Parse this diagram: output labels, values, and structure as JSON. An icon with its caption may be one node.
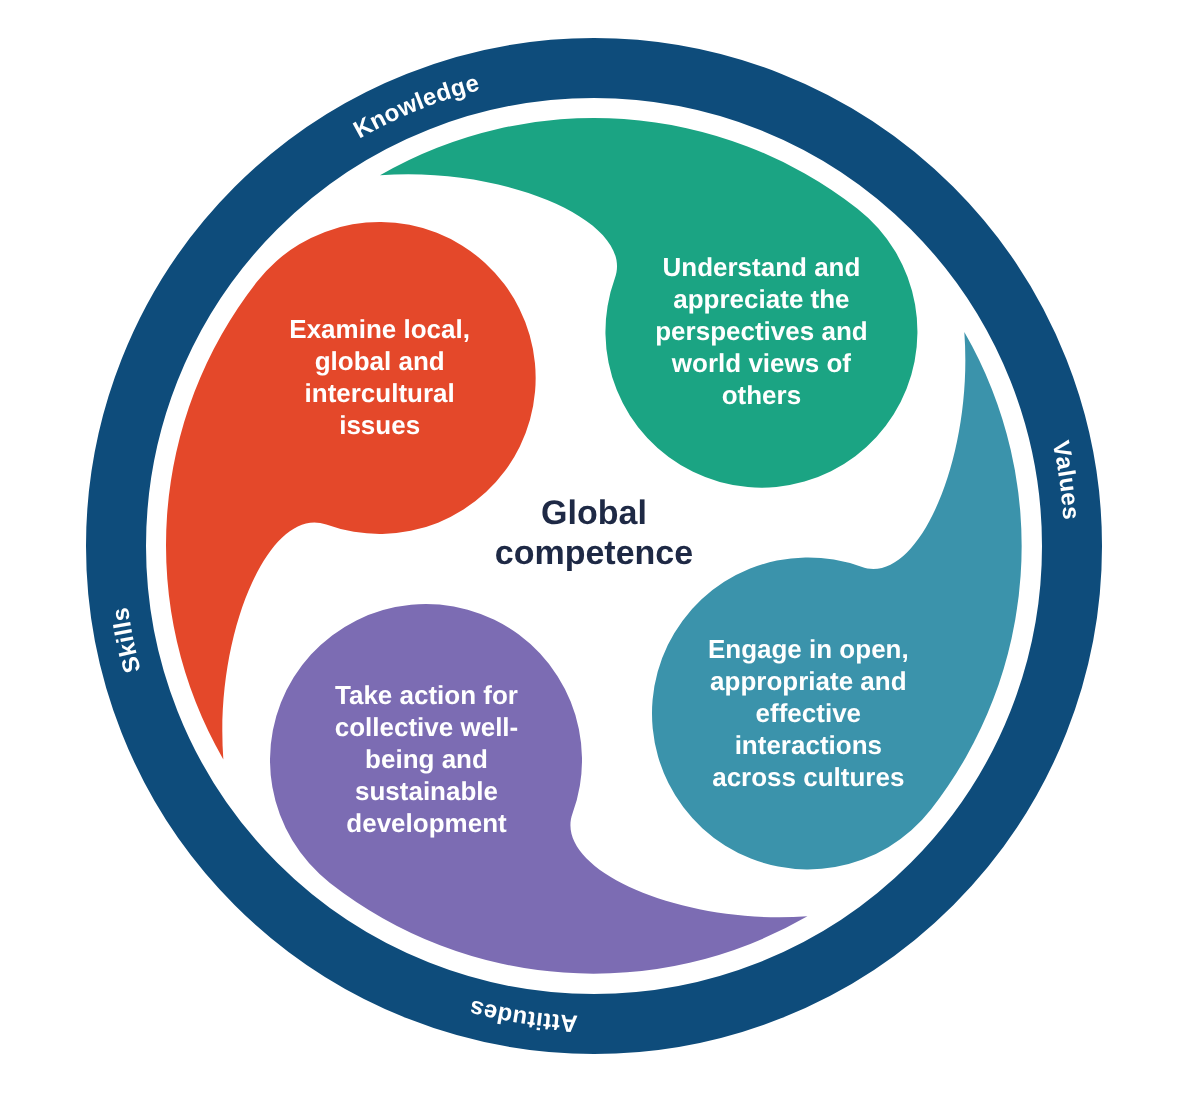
{
  "diagram": {
    "nodes": [
      {
        "text": [
          "Knowledge",
          "Values",
          "Attitudes",
          "Skills"
        ]
      },
      {
        "text": [
          "Examine local, global and intercultural issues"
        ],
        "in": 0
      },
      {
        "text": [
          "Understand and appreciate the perspectives and world views of others"
        ],
        "in": 0
      },
      {
        "text": [
          "Take action for collective well-being and sustainable development"
        ],
        "in": 0
      },
      {
        "text": [
          "Engage in open, appropriate and effective interactions across cultures"
        ],
        "in": 0
      }
    ],
    "labels": [
      "Global competence"
    ]
  }
}
